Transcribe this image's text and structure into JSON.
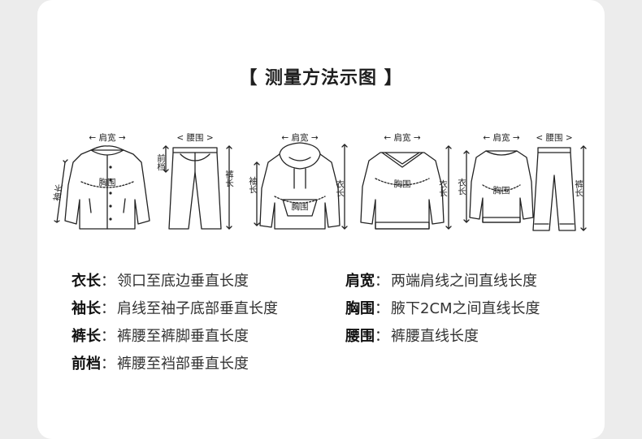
{
  "title": "【 测量方法示图 】",
  "figures": [
    {
      "name": "jacket",
      "labels": {
        "top": "← 肩宽 →",
        "center": "胸围",
        "side": "袖长"
      }
    },
    {
      "name": "pants",
      "labels": {
        "top": "< 腰围 >",
        "left": "前档",
        "right": "裤长"
      }
    },
    {
      "name": "hoodie",
      "labels": {
        "top": "← 肩宽 →",
        "center": "胸围",
        "left": "袖长",
        "right": "衣长"
      }
    },
    {
      "name": "sweater",
      "labels": {
        "top": "← 肩宽 →",
        "center": "胸围",
        "right": "衣长"
      }
    },
    {
      "name": "set",
      "labels": {
        "top_left": "← 肩宽 →",
        "top_right": "< 腰围 >",
        "left": "衣长",
        "center": "胸围",
        "right": "裤长"
      }
    }
  ],
  "definitions": [
    [
      {
        "term": "衣长",
        "colon": "：",
        "desc": "领口至底边垂直长度"
      },
      {
        "term": "肩宽",
        "colon": "：",
        "desc": "两端肩线之间直线长度"
      }
    ],
    [
      {
        "term": "袖长",
        "colon": "：",
        "desc": "肩线至袖子底部垂直长度"
      },
      {
        "term": "胸围",
        "colon": "：",
        "desc": "腋下2CM之间直线长度"
      }
    ],
    [
      {
        "term": "裤长",
        "colon": "：",
        "desc": "裤腰至裤脚垂直长度"
      },
      {
        "term": "腰围",
        "colon": "：",
        "desc": "裤腰直线长度"
      }
    ],
    [
      {
        "term": "前档",
        "colon": "：",
        "desc": "裤腰至裆部垂直长度"
      }
    ]
  ],
  "colors": {
    "background": "#ececec",
    "card": "#ffffff",
    "text": "#222222"
  }
}
